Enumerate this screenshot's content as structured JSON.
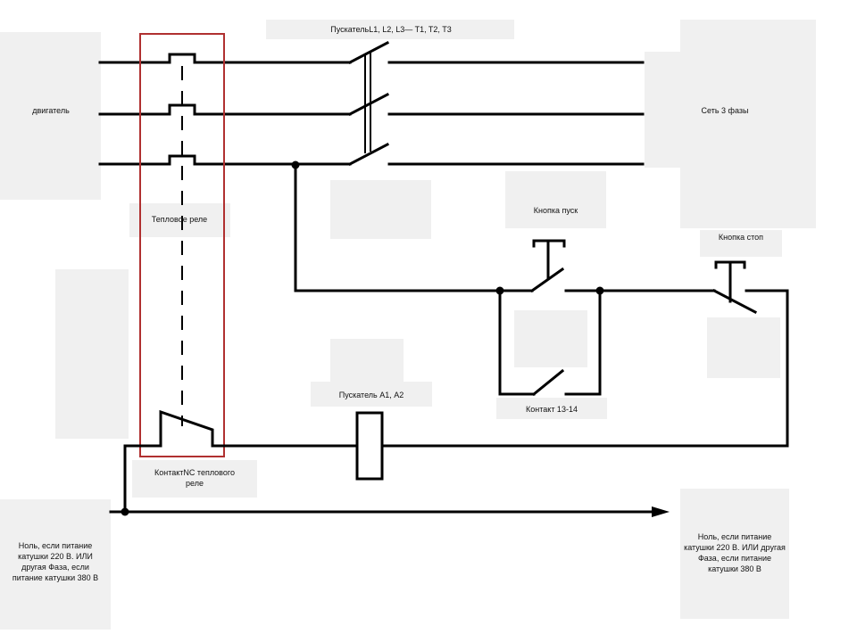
{
  "labels": {
    "motor": "двигатель",
    "contactor_main": "ПускательL1, L2, L3— T1, T2, T3",
    "network": "Сеть 3 фазы",
    "thermal_relay": "Тепловое реле",
    "start_button": "Кнопка пуск",
    "stop_button": "Кнопка стоп",
    "contact_13_14": "Контакт 13-14",
    "contactor_coil": "Пускатель А1, А2",
    "thermal_nc_contact": "КонтактNC теплового реле",
    "neutral_left": "Ноль, если питание катушки 220 В. ИЛИ другая Фаза, если питание катушки 380 В",
    "neutral_right": "Ноль, если питание катушки 220 В. ИЛИ другая Фаза, если питание катушки 380 В"
  },
  "colors": {
    "wire": "#000000",
    "thermal_relay_frame": "#b03030",
    "label_box": "#f0f0f0"
  }
}
